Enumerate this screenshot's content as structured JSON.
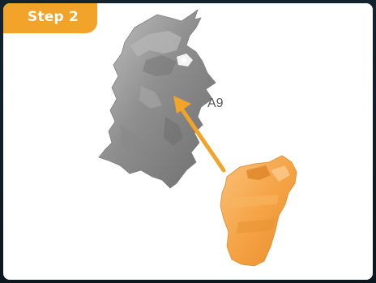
{
  "step": {
    "label": "Step 2"
  },
  "callout": {
    "label": "A9"
  },
  "parts": {
    "gray_part": "gray-bone-fragment",
    "orange_part": "orange-implant-piece",
    "arrow": "direction-arrow"
  },
  "colors": {
    "accent": "#f2a32a",
    "gray_part": "#9a9a9a",
    "orange_part": "#f5a447",
    "panel": "#ffffff",
    "background": "#0e1a24"
  }
}
